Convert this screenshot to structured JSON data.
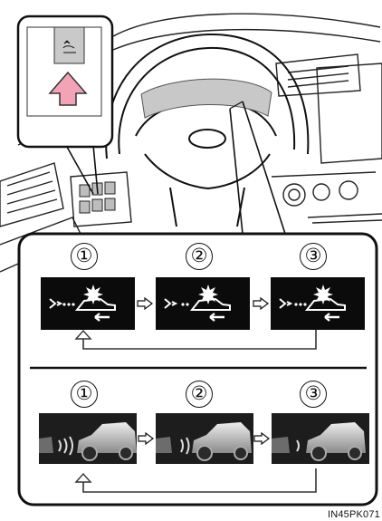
{
  "top_sequence": {
    "steps": [
      {
        "number": "①",
        "icon": "sensor-warning-icon"
      },
      {
        "number": "②",
        "icon": "sensor-warning-icon"
      },
      {
        "number": "③",
        "icon": "sensor-warning-icon"
      }
    ]
  },
  "bottom_sequence": {
    "steps": [
      {
        "number": "①",
        "icon": "car-sensor-icon"
      },
      {
        "number": "②",
        "icon": "car-sensor-icon"
      },
      {
        "number": "③",
        "icon": "car-sensor-icon"
      }
    ]
  },
  "image_code": "IN45PK071"
}
